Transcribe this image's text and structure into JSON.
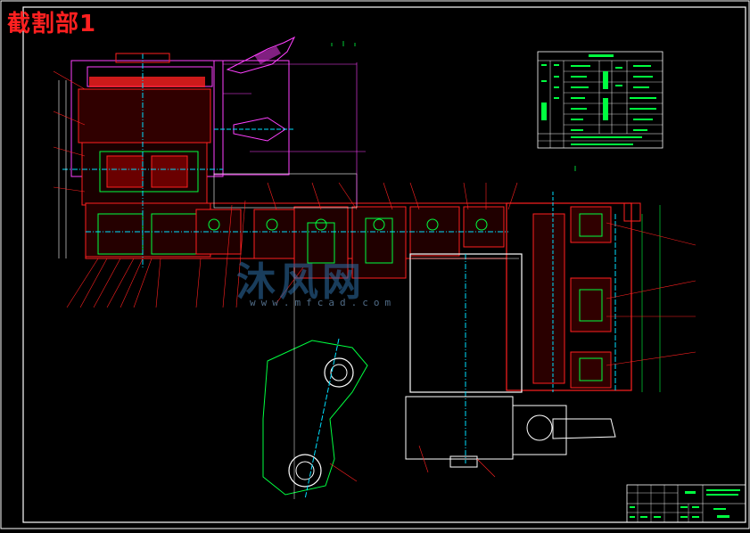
{
  "drawing": {
    "title": "截割部1",
    "watermark_text": "沐风网",
    "watermark_url": "www.mfcad.com"
  },
  "colors": {
    "background": "#000000",
    "frame": "#ffffff",
    "part": "#ff2020",
    "centerline": "#00e0ff",
    "dimension": "#00ff40",
    "magenta": "#ff40ff",
    "title_red": "#ff2020"
  }
}
